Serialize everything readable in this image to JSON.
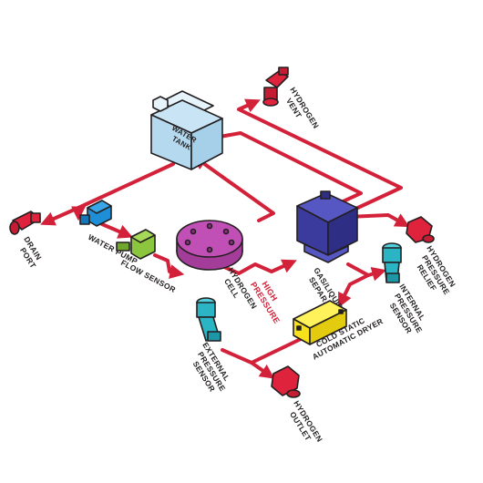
{
  "colors": {
    "pipe": "#d3213a",
    "tank": "#c9e4f4",
    "pump": "#1e8fd6",
    "flow_sensor": "#8cc63f",
    "cell": "#c150b6",
    "separator": "#3b3b9e",
    "pressure_sensor": "#2bb5c4",
    "dryer": "#f7e11a",
    "fitting": "#e0233d"
  },
  "labels": {
    "water_tank": [
      "WATER",
      "TANK"
    ],
    "hydrogen_vent": [
      "HYDROGEN",
      "VENT"
    ],
    "drain_port": [
      "DRAIN",
      "PORT"
    ],
    "water_pump": [
      "WATER PUMP"
    ],
    "flow_sensor": [
      "FLOW SENSOR"
    ],
    "hydrogen_cell": [
      "HYDROGEN",
      "CELL"
    ],
    "high_pressure": [
      "HIGH",
      "PRESSURE"
    ],
    "gas_liquid_separator": [
      "GAS/LIQUID",
      "SEPARATOR"
    ],
    "hydrogen_pressure_relief": [
      "HYDROGEN",
      "PRESSURE",
      "RELIEF"
    ],
    "internal_pressure_sensor": [
      "INTERNAL",
      "PRESSURE",
      "SENSOR"
    ],
    "external_pressure_sensor": [
      "EXTERNAL",
      "PRESSURE",
      "SENSOR"
    ],
    "cold_static_automatic_dryer": [
      "COLD STATIC",
      "AUTOMATIC DRYER"
    ],
    "hydrogen_outlet": [
      "HYDROGEN",
      "OUTLET"
    ]
  }
}
